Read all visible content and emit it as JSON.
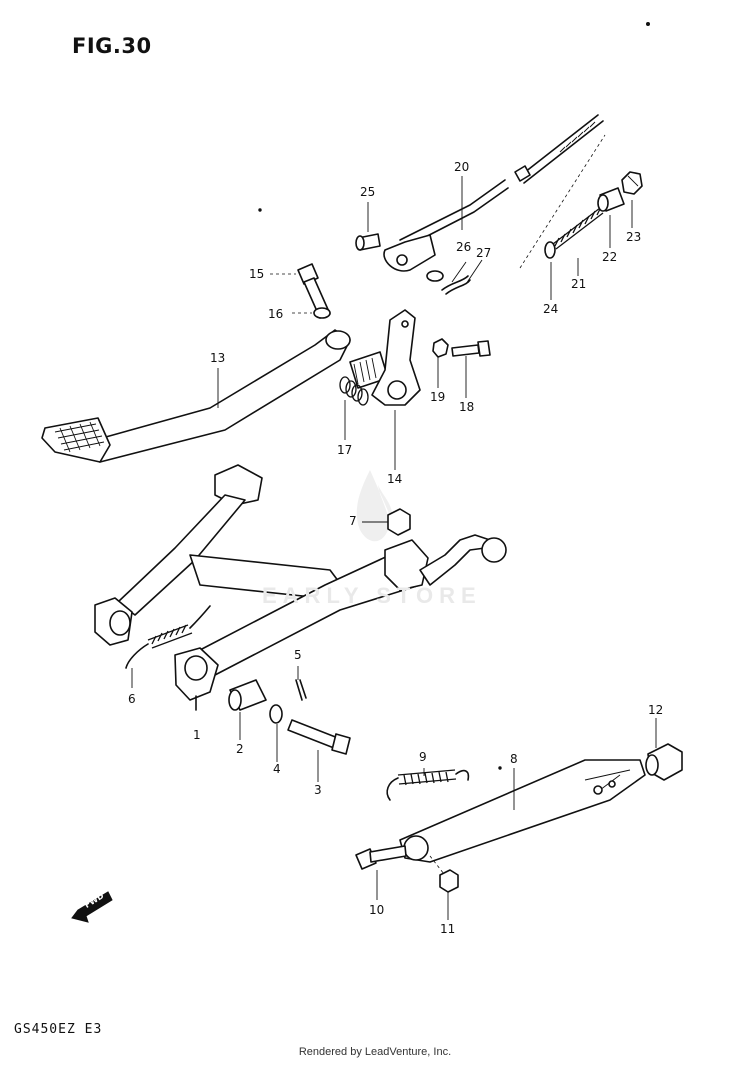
{
  "figure_title": "FIG.30",
  "model_code": "GS450EZ E3",
  "credit": "Rendered by LeadVenture, Inc.",
  "watermark": "EARLY STORE",
  "fwd_label": "FWD",
  "callouts": [
    "1",
    "2",
    "3",
    "4",
    "5",
    "6",
    "7",
    "8",
    "9",
    "10",
    "11",
    "12",
    "13",
    "14",
    "15",
    "16",
    "17",
    "18",
    "19",
    "20",
    "21",
    "22",
    "23",
    "24",
    "25",
    "26",
    "27"
  ]
}
